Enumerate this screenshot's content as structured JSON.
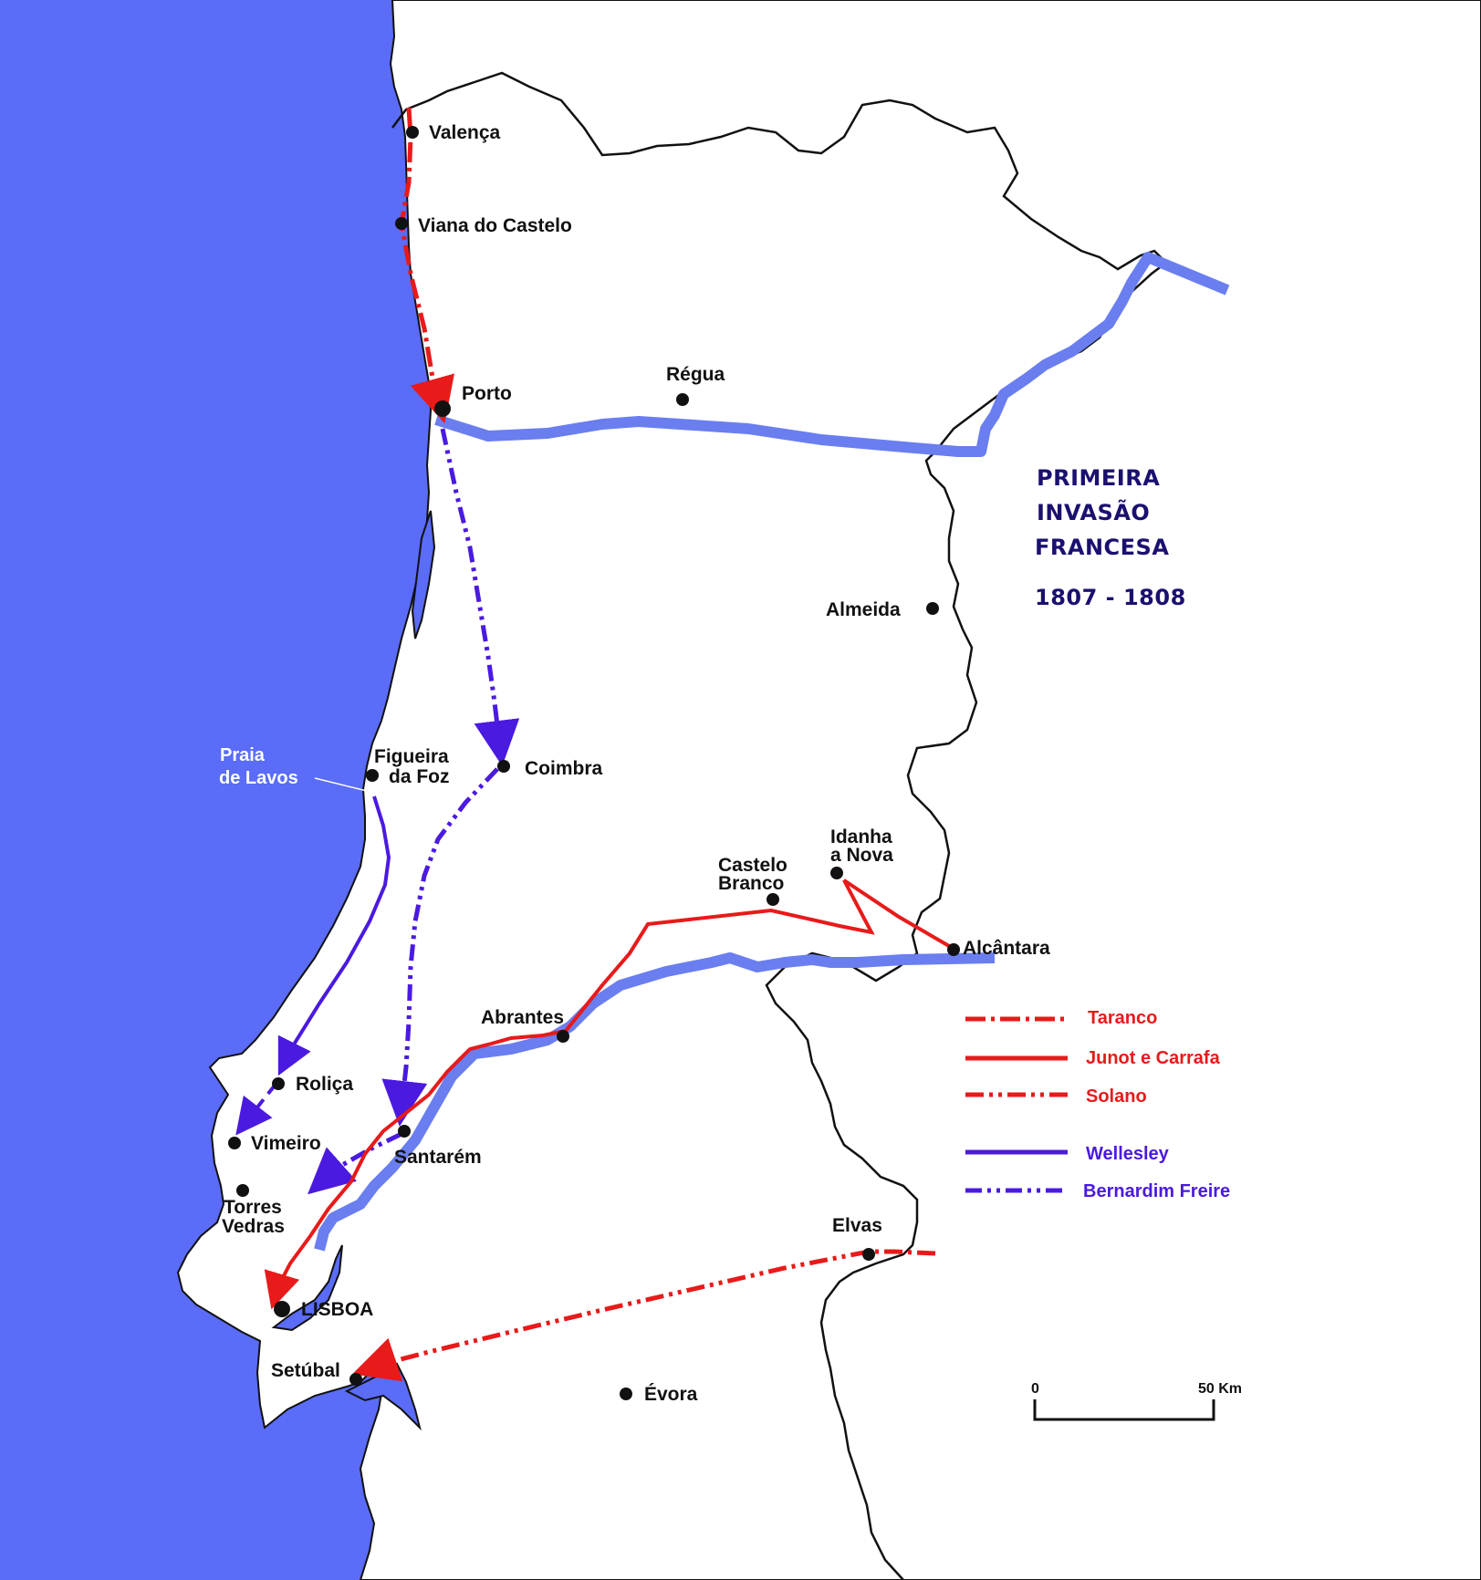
{
  "title": {
    "lines": [
      "PRIMEIRA",
      "INVASÃO",
      "FRANCESA"
    ],
    "years": "1807 - 1808",
    "color": "#1a1070"
  },
  "colors": {
    "sea": "#5a6cf8",
    "land": "#ffffff",
    "border": "#111111",
    "river": "#5a6cf8",
    "defense_line": "#6a7ef0",
    "french": "#e81a1a",
    "allied": "#4a1ae0"
  },
  "cities": {
    "valenca": "Valença",
    "viana": "Viana do Castelo",
    "porto": "Porto",
    "regua": "Régua",
    "almeida": "Almeida",
    "figueira_1": "Figueira",
    "figueira_2": "da Foz",
    "coimbra": "Coimbra",
    "castelo_branco_1": "Castelo",
    "castelo_branco_2": "Branco",
    "idanha_1": "Idanha",
    "idanha_2": "a Nova",
    "alcantara": "Alcântara",
    "abrantes": "Abrantes",
    "rolica": "Roliça",
    "vimeiro": "Vimeiro",
    "santarem": "Santarém",
    "torres_vedras_1": "Torres",
    "torres_vedras_2": "Vedras",
    "lisboa": "LISBOA",
    "setubal": "Setúbal",
    "evora": "Évora",
    "elvas": "Elvas"
  },
  "annotations": {
    "praia_1": "Praia",
    "praia_2": "de Lavos"
  },
  "legend": [
    {
      "label": "Taranco",
      "color": "#e81a1a",
      "style": "dash-dot"
    },
    {
      "label": "Junot e Carrafa",
      "color": "#e81a1a",
      "style": "solid"
    },
    {
      "label": "Solano",
      "color": "#e81a1a",
      "style": "dash-dot-dot"
    },
    {
      "label": "Wellesley",
      "color": "#4a1ae0",
      "style": "solid"
    },
    {
      "label": "Bernardim Freire",
      "color": "#4a1ae0",
      "style": "dash-dot-dot"
    }
  ],
  "scale": {
    "start": "0",
    "end": "50 Km"
  }
}
